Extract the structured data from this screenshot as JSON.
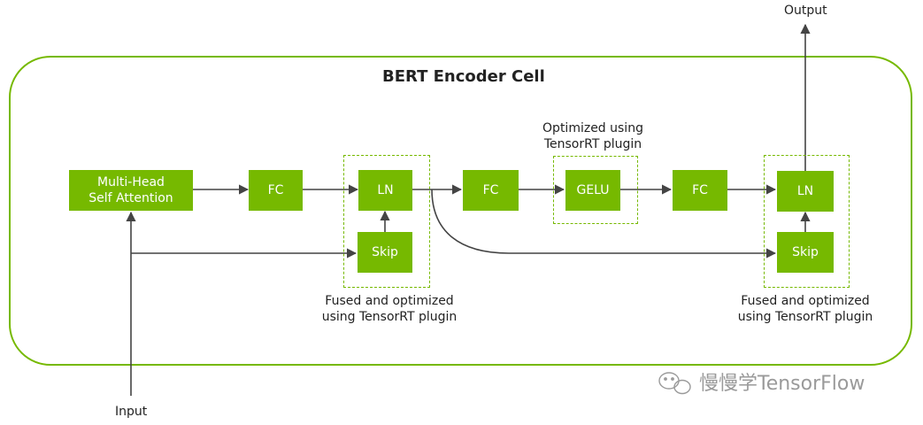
{
  "diagram": {
    "title": "BERT Encoder Cell",
    "output_label": "Output",
    "input_label": "Input",
    "nodes": {
      "mha_line1": "Multi-Head",
      "mha_line2": "Self Attention",
      "fc1": "FC",
      "ln1": "LN",
      "skip1": "Skip",
      "fc2": "FC",
      "gelu": "GELU",
      "fc3": "FC",
      "ln2": "LN",
      "skip2": "Skip"
    },
    "annotations": {
      "gelu_line1": "Optimized using",
      "gelu_line2": "TensorRT plugin",
      "fused1_line1": "Fused and optimized",
      "fused1_line2": "using TensorRT plugin",
      "fused2_line1": "Fused and optimized",
      "fused2_line2": "using TensorRT plugin"
    },
    "watermark": "慢慢学TensorFlow",
    "colors": {
      "accent": "#76b900",
      "arrow": "#444444",
      "text": "#222222"
    }
  }
}
